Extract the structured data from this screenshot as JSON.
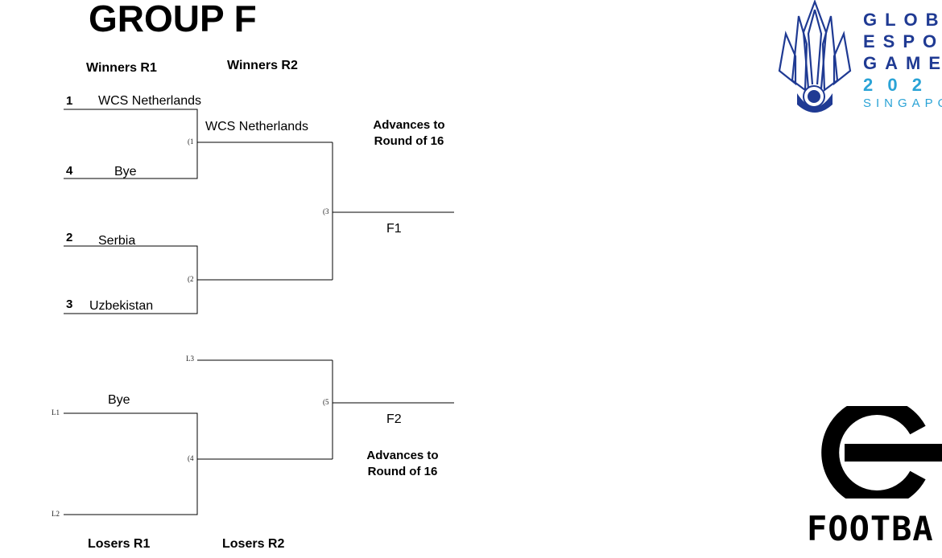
{
  "title": "GROUP F",
  "headers": {
    "winners_r1": "Winners R1",
    "winners_r2": "Winners R2",
    "losers_r1": "Losers R1",
    "losers_r2": "Losers R2"
  },
  "winners_r1": [
    {
      "seed": "1",
      "team": "WCS Netherlands"
    },
    {
      "seed": "4",
      "team": "Bye"
    },
    {
      "seed": "2",
      "team": "Serbia"
    },
    {
      "seed": "3",
      "team": "Uzbekistan"
    }
  ],
  "winners_r2": {
    "top_team": "WCS Netherlands"
  },
  "match_numbers": {
    "m1": "(1",
    "m2": "(2",
    "m3": "(3",
    "m4": "(4",
    "m5": "(5"
  },
  "losers": {
    "l1": "L1",
    "l2": "L2",
    "l3": "L3",
    "bye": "Bye"
  },
  "finals": {
    "f1": "F1",
    "f2": "F2",
    "advance_line1": "Advances to",
    "advance_line2": "Round of 16"
  },
  "logo_top": {
    "lines": [
      "GLOBA",
      "ESPORT",
      "GAME",
      "2 0 2",
      "SINGAPO"
    ],
    "colors": {
      "dark": "#1f3a93",
      "light": "#2aa3d6"
    }
  },
  "logo_bottom": {
    "text": "FOOTBA"
  }
}
